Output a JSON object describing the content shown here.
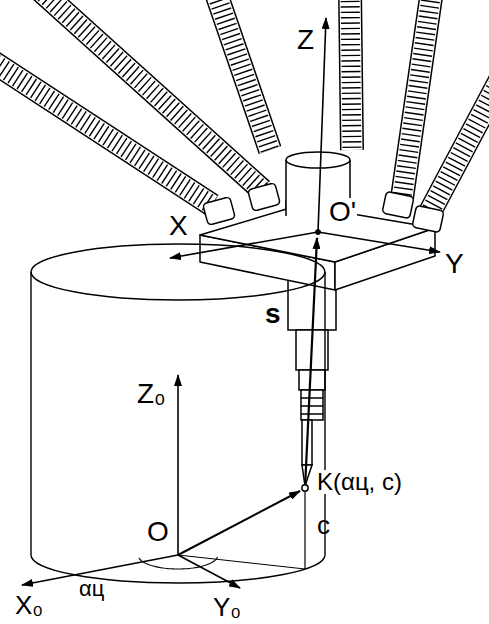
{
  "diagram": {
    "labels": [
      "Z",
      "X",
      "Y",
      "O'",
      "s",
      "Z₀",
      "X₀",
      "Y₀",
      "O",
      "αц",
      "K(αц, c)",
      "c"
    ]
  }
}
